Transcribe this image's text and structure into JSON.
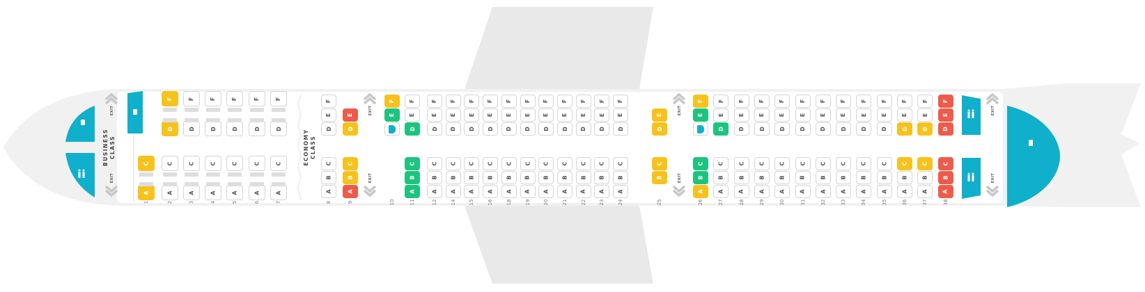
{
  "colors": {
    "yellow": "#F7C21B",
    "green": "#1CC47E",
    "red": "#EE5B4A",
    "teal": "#10AFCB",
    "standard": "#FFFFFF",
    "fuselage": "#F1F1F1",
    "wing": "#E9E9E9"
  },
  "labels": {
    "business": [
      "BUSINESS",
      "CLASS"
    ],
    "economy": [
      "ECONOMY",
      "CLASS"
    ],
    "exit": "EXIT"
  },
  "facilities": [
    {
      "type": "galley",
      "icon": "luggage-icon",
      "position": "nose-top"
    },
    {
      "type": "lavatory",
      "icon": "restroom-icon",
      "position": "nose-bottom"
    },
    {
      "type": "galley",
      "icon": "luggage-icon",
      "position": "front-right"
    },
    {
      "type": "lavatory",
      "icon": "restroom-icon",
      "position": "rear-right"
    },
    {
      "type": "lavatory",
      "icon": "restroom-icon",
      "position": "rear-left"
    },
    {
      "type": "galley",
      "icon": "luggage-icon",
      "position": "tail"
    }
  ],
  "rows": [
    {
      "row": "1",
      "cabin": "business",
      "seats": {
        "C": "yellow",
        "A": "yellow"
      }
    },
    {
      "row": "2",
      "cabin": "business",
      "seats": {
        "F": "yellow",
        "D": "yellow",
        "C": "standard",
        "A": "standard"
      }
    },
    {
      "row": "3",
      "cabin": "business",
      "seats": {
        "F": "standard",
        "D": "standard",
        "C": "standard",
        "A": "standard"
      }
    },
    {
      "row": "4",
      "cabin": "business",
      "seats": {
        "F": "standard",
        "D": "standard",
        "C": "standard",
        "A": "standard"
      }
    },
    {
      "row": "5",
      "cabin": "business",
      "seats": {
        "F": "standard",
        "D": "standard",
        "C": "standard",
        "A": "standard"
      }
    },
    {
      "row": "6",
      "cabin": "business",
      "seats": {
        "F": "standard",
        "D": "standard",
        "C": "standard",
        "A": "standard"
      }
    },
    {
      "row": "7",
      "cabin": "business",
      "seats": {
        "F": "standard",
        "D": "standard",
        "C": "standard",
        "A": "standard"
      }
    },
    {
      "row": "8",
      "cabin": "economy",
      "seats": {
        "F": "standard",
        "E": "standard",
        "D": "standard",
        "C": "standard",
        "B": "standard",
        "A": "standard"
      }
    },
    {
      "row": "9",
      "cabin": "economy",
      "seats": {
        "E": "red",
        "D": "yellow",
        "C": "yellow",
        "B": "yellow",
        "A": "red"
      }
    },
    {
      "row": "10",
      "cabin": "economy",
      "seats": {
        "F": "yellow",
        "E": "green",
        "D": "teal-marker"
      }
    },
    {
      "row": "11",
      "cabin": "economy",
      "seats": {
        "F": "standard",
        "E": "standard",
        "D": "green",
        "C": "green",
        "B": "green",
        "A": "green"
      }
    },
    {
      "row": "12",
      "cabin": "economy",
      "seats": {
        "F": "standard",
        "E": "standard",
        "D": "standard",
        "C": "standard",
        "B": "standard",
        "A": "standard"
      }
    },
    {
      "row": "14",
      "cabin": "economy",
      "seats": {
        "F": "standard",
        "E": "standard",
        "D": "standard",
        "C": "standard",
        "B": "standard",
        "A": "standard"
      }
    },
    {
      "row": "15",
      "cabin": "economy",
      "seats": {
        "F": "standard",
        "E": "standard",
        "D": "standard",
        "C": "standard",
        "B": "standard",
        "A": "standard"
      }
    },
    {
      "row": "16",
      "cabin": "economy",
      "seats": {
        "F": "standard",
        "E": "standard",
        "D": "standard",
        "C": "standard",
        "B": "standard",
        "A": "standard"
      }
    },
    {
      "row": "18",
      "cabin": "economy",
      "seats": {
        "F": "standard",
        "E": "standard",
        "D": "standard",
        "C": "standard",
        "B": "standard",
        "A": "standard"
      }
    },
    {
      "row": "19",
      "cabin": "economy",
      "seats": {
        "F": "standard",
        "E": "standard",
        "D": "standard",
        "C": "standard",
        "B": "standard",
        "A": "standard"
      }
    },
    {
      "row": "20",
      "cabin": "economy",
      "seats": {
        "F": "standard",
        "E": "standard",
        "D": "standard",
        "C": "standard",
        "B": "standard",
        "A": "standard"
      }
    },
    {
      "row": "21",
      "cabin": "economy",
      "seats": {
        "F": "standard",
        "E": "standard",
        "D": "standard",
        "C": "standard",
        "B": "standard",
        "A": "standard"
      }
    },
    {
      "row": "22",
      "cabin": "economy",
      "seats": {
        "F": "standard",
        "E": "standard",
        "D": "standard",
        "C": "standard",
        "B": "standard",
        "A": "standard"
      }
    },
    {
      "row": "23",
      "cabin": "economy",
      "seats": {
        "F": "standard",
        "E": "standard",
        "D": "standard",
        "C": "standard",
        "B": "standard",
        "A": "standard"
      }
    },
    {
      "row": "24",
      "cabin": "economy",
      "seats": {
        "F": "standard",
        "E": "standard",
        "D": "standard",
        "C": "standard",
        "B": "standard",
        "A": "standard"
      }
    },
    {
      "row": "25",
      "cabin": "economy",
      "seats": {
        "E": "yellow",
        "D": "yellow",
        "C": "yellow",
        "B": "yellow"
      }
    },
    {
      "row": "26",
      "cabin": "economy",
      "seats": {
        "F": "yellow",
        "E": "green",
        "D": "teal-marker",
        "C": "green",
        "B": "green",
        "A": "yellow"
      }
    },
    {
      "row": "27",
      "cabin": "economy",
      "seats": {
        "F": "standard",
        "E": "standard",
        "D": "green",
        "C": "standard",
        "B": "standard",
        "A": "standard"
      }
    },
    {
      "row": "28",
      "cabin": "economy",
      "seats": {
        "F": "standard",
        "E": "standard",
        "D": "standard",
        "C": "standard",
        "B": "standard",
        "A": "standard"
      }
    },
    {
      "row": "29",
      "cabin": "economy",
      "seats": {
        "F": "standard",
        "E": "standard",
        "D": "standard",
        "C": "standard",
        "B": "standard",
        "A": "standard"
      }
    },
    {
      "row": "30",
      "cabin": "economy",
      "seats": {
        "F": "standard",
        "E": "standard",
        "D": "standard",
        "C": "standard",
        "B": "standard",
        "A": "standard"
      }
    },
    {
      "row": "31",
      "cabin": "economy",
      "seats": {
        "F": "standard",
        "E": "standard",
        "D": "standard",
        "C": "standard",
        "B": "standard",
        "A": "standard"
      }
    },
    {
      "row": "32",
      "cabin": "economy",
      "seats": {
        "F": "standard",
        "E": "standard",
        "D": "standard",
        "C": "standard",
        "B": "standard",
        "A": "standard"
      }
    },
    {
      "row": "33",
      "cabin": "economy",
      "seats": {
        "F": "standard",
        "E": "standard",
        "D": "standard",
        "C": "standard",
        "B": "standard",
        "A": "standard"
      }
    },
    {
      "row": "34",
      "cabin": "economy",
      "seats": {
        "F": "standard",
        "E": "standard",
        "D": "standard",
        "C": "standard",
        "B": "standard",
        "A": "standard"
      }
    },
    {
      "row": "35",
      "cabin": "economy",
      "seats": {
        "F": "standard",
        "E": "standard",
        "D": "standard",
        "C": "standard",
        "B": "standard",
        "A": "standard"
      }
    },
    {
      "row": "36",
      "cabin": "economy",
      "seats": {
        "F": "standard",
        "E": "standard",
        "D": "yellow",
        "C": "yellow",
        "B": "standard",
        "A": "standard"
      }
    },
    {
      "row": "37",
      "cabin": "economy",
      "seats": {
        "F": "standard",
        "E": "standard",
        "D": "yellow",
        "C": "yellow",
        "B": "standard",
        "A": "standard"
      }
    },
    {
      "row": "38",
      "cabin": "economy",
      "seats": {
        "F": "red",
        "E": "red",
        "D": "red",
        "C": "red",
        "B": "red",
        "A": "red"
      }
    }
  ]
}
